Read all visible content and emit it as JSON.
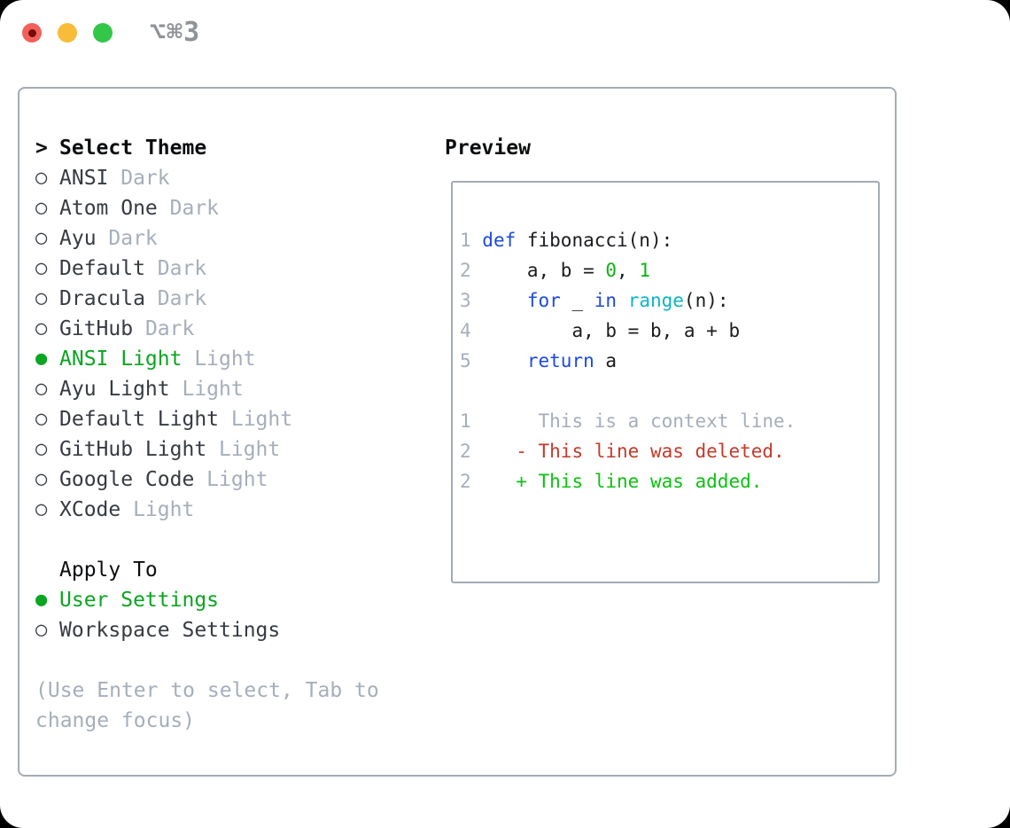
{
  "titlebar": {
    "shortcut": "⌥⌘3"
  },
  "markers": {
    "selected": "●",
    "unselected": "○",
    "header": ">"
  },
  "theme_panel": {
    "title": "Select Theme",
    "items": [
      {
        "label": "ANSI",
        "variant": "Dark",
        "selected": false
      },
      {
        "label": "Atom One",
        "variant": "Dark",
        "selected": false
      },
      {
        "label": "Ayu",
        "variant": "Dark",
        "selected": false
      },
      {
        "label": "Default",
        "variant": "Dark",
        "selected": false
      },
      {
        "label": "Dracula",
        "variant": "Dark",
        "selected": false
      },
      {
        "label": "GitHub",
        "variant": "Dark",
        "selected": false
      },
      {
        "label": "ANSI Light",
        "variant": "Light",
        "selected": true
      },
      {
        "label": "Ayu Light",
        "variant": "Light",
        "selected": false
      },
      {
        "label": "Default Light",
        "variant": "Light",
        "selected": false
      },
      {
        "label": "GitHub Light",
        "variant": "Light",
        "selected": false
      },
      {
        "label": "Google Code",
        "variant": "Light",
        "selected": false
      },
      {
        "label": "XCode",
        "variant": "Light",
        "selected": false
      }
    ]
  },
  "apply_panel": {
    "title": "Apply To",
    "items": [
      {
        "label": "User Settings",
        "selected": true
      },
      {
        "label": "Workspace Settings",
        "selected": false
      }
    ]
  },
  "help": {
    "line1": "(Use Enter to select, Tab to",
    "line2": "change focus)"
  },
  "preview": {
    "title": "Preview",
    "code_lines": [
      {
        "num": "1",
        "segments": [
          {
            "text": "def",
            "style": "keyword"
          },
          {
            "text": " fibonacci(n):",
            "style": "plain"
          }
        ]
      },
      {
        "num": "2",
        "segments": [
          {
            "text": "    a, b = ",
            "style": "plain"
          },
          {
            "text": "0",
            "style": "number"
          },
          {
            "text": ", ",
            "style": "plain"
          },
          {
            "text": "1",
            "style": "number"
          }
        ]
      },
      {
        "num": "3",
        "segments": [
          {
            "text": "    ",
            "style": "plain"
          },
          {
            "text": "for",
            "style": "keyword"
          },
          {
            "text": " _ ",
            "style": "plain"
          },
          {
            "text": "in",
            "style": "keyword"
          },
          {
            "text": " ",
            "style": "plain"
          },
          {
            "text": "range",
            "style": "builtin"
          },
          {
            "text": "(n):",
            "style": "plain"
          }
        ]
      },
      {
        "num": "4",
        "segments": [
          {
            "text": "        a, b = b, a + b",
            "style": "plain"
          }
        ]
      },
      {
        "num": "5",
        "segments": [
          {
            "text": "    ",
            "style": "plain"
          },
          {
            "text": "return",
            "style": "keyword"
          },
          {
            "text": " a",
            "style": "plain"
          }
        ]
      }
    ],
    "diff_lines": [
      {
        "num": "1",
        "segments": [
          {
            "text": "     This is a context line.",
            "style": "context"
          }
        ]
      },
      {
        "num": "2",
        "segments": [
          {
            "text": "   ",
            "style": "plain"
          },
          {
            "text": "- This line was deleted.",
            "style": "deleted"
          }
        ]
      },
      {
        "num": "2",
        "segments": [
          {
            "text": "   ",
            "style": "plain"
          },
          {
            "text": "+ This line was added.",
            "style": "added"
          }
        ]
      }
    ]
  },
  "colors": {
    "page-bg": "#000000",
    "window-bg": "#ffffff",
    "border": "#a3abb5",
    "heading": "#0b0d0f",
    "text": "#363b42",
    "code-text": "#1a1c1f",
    "muted": "#a6aebb",
    "selected-green": "#0aa521",
    "keyword-blue": "#1d49e4",
    "builtin-cyan": "#0db5c7",
    "number-green": "#0bb511",
    "added-green": "#0cc212",
    "deleted-red": "#c53a2b",
    "traffic-red": "#f2605a",
    "traffic-red-dot": "#750d08",
    "traffic-yellow": "#f8bc38",
    "traffic-green": "#32c748",
    "shortcut-gray": "#8f9296"
  }
}
